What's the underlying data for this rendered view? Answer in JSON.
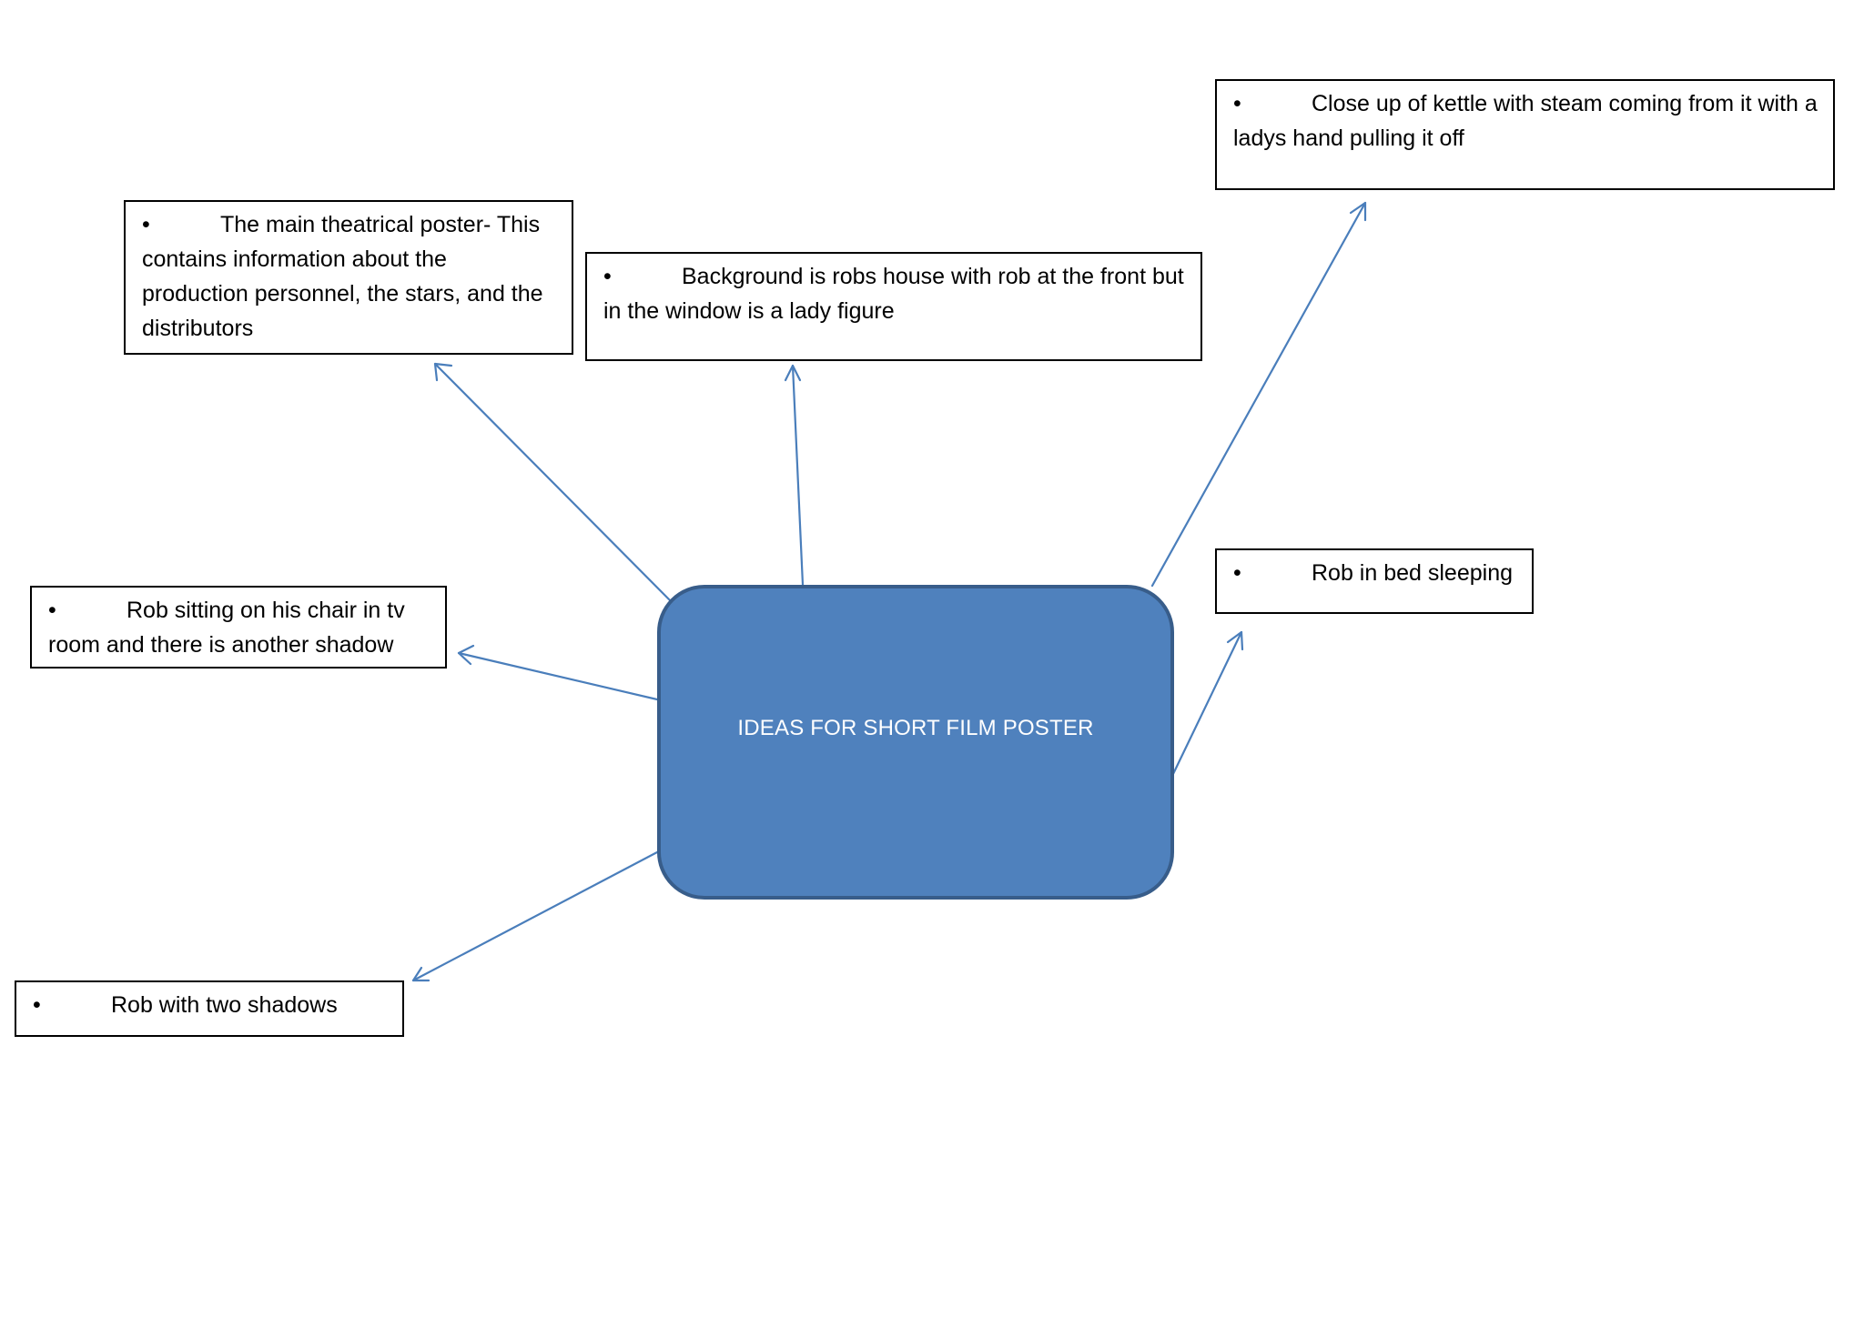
{
  "center": {
    "label": "IDEAS FOR SHORT FILM POSTER"
  },
  "bullet_symbol": "•",
  "ideas": [
    {
      "id": "theatrical-poster",
      "text": "The main theatrical poster- This contains information about the production personnel, the stars, and the distributors"
    },
    {
      "id": "background-house",
      "text": "Background is robs house with rob at the front but in the window is a lady figure"
    },
    {
      "id": "kettle-closeup",
      "text": "Close up of kettle with steam coming from it with a ladys hand pulling it off"
    },
    {
      "id": "rob-chair",
      "text": "Rob sitting on his chair in tv room and there is another shadow"
    },
    {
      "id": "rob-bed",
      "text": "Rob in bed sleeping"
    },
    {
      "id": "rob-shadows",
      "text": "Rob with two shadows"
    }
  ],
  "colors": {
    "box_fill": "#4f81bd",
    "box_border": "#385d8a",
    "arrow": "#4a7ebb",
    "text_on_box": "#ffffff"
  }
}
